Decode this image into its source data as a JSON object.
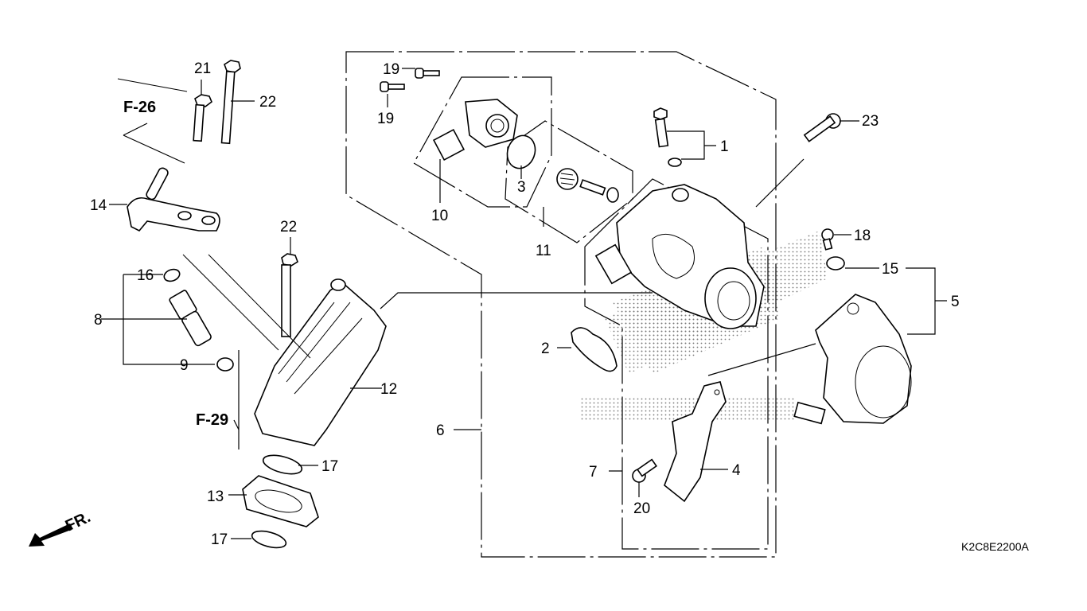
{
  "diagram": {
    "title": "Throttle Body Parts Diagram",
    "code": "K2C8E2200A",
    "front_label": "FR.",
    "references": [
      {
        "id": "ref-f26",
        "label": "F-26"
      },
      {
        "id": "ref-f29",
        "label": "F-29"
      }
    ],
    "callouts": [
      {
        "number": "1",
        "part": "screw-set-with-o-ring"
      },
      {
        "number": "2",
        "part": "gasket"
      },
      {
        "number": "3",
        "part": "o-ring"
      },
      {
        "number": "4",
        "part": "bracket"
      },
      {
        "number": "5",
        "part": "throttle-cover-set"
      },
      {
        "number": "6",
        "part": "throttle-body-assembly"
      },
      {
        "number": "7",
        "part": "throttle-body-sub-assembly"
      },
      {
        "number": "8",
        "part": "fuel-injector-assembly"
      },
      {
        "number": "9",
        "part": "injector-seal"
      },
      {
        "number": "10",
        "part": "sensor-unit"
      },
      {
        "number": "11",
        "part": "idle-air-control-set"
      },
      {
        "number": "12",
        "part": "insulator"
      },
      {
        "number": "13",
        "part": "intake-flange"
      },
      {
        "number": "14",
        "part": "fuel-pipe-joint"
      },
      {
        "number": "15",
        "part": "washer"
      },
      {
        "number": "16",
        "part": "o-ring"
      },
      {
        "number": "17",
        "part": "gasket"
      },
      {
        "number": "18",
        "part": "screw"
      },
      {
        "number": "19",
        "part": "screw"
      },
      {
        "number": "20",
        "part": "bolt"
      },
      {
        "number": "21",
        "part": "bolt"
      },
      {
        "number": "22",
        "part": "bolt"
      },
      {
        "number": "23",
        "part": "bolt"
      }
    ],
    "labels": {
      "c1": "1",
      "c2": "2",
      "c3": "3",
      "c4": "4",
      "c5": "5",
      "c6": "6",
      "c7": "7",
      "c8": "8",
      "c9": "9",
      "c10": "10",
      "c11": "11",
      "c12": "12",
      "c13": "13",
      "c14": "14",
      "c15": "15",
      "c16": "16",
      "c17a": "17",
      "c17b": "17",
      "c18": "18",
      "c19a": "19",
      "c19b": "19",
      "c20": "20",
      "c21": "21",
      "c22a": "22",
      "c22b": "22",
      "c23": "23"
    }
  }
}
